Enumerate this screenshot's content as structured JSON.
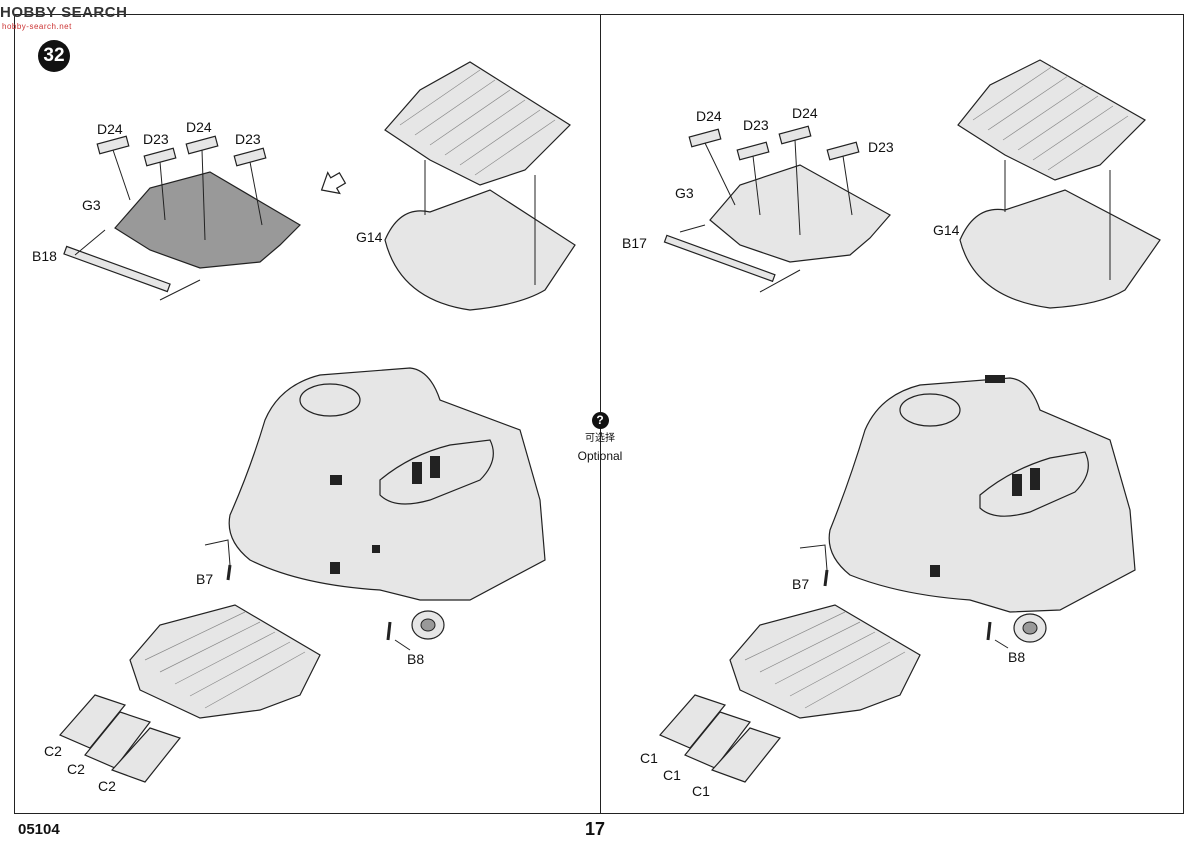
{
  "watermark": {
    "text": "HOBBY SEARCH",
    "sub": "hobby-search.net"
  },
  "step_number": "32",
  "optional": {
    "icon": "?",
    "cn": "可选择",
    "en": "Optional"
  },
  "footer": {
    "kit_code": "05104",
    "page_number": "17"
  },
  "left": {
    "top_labels": [
      "D24",
      "D23",
      "D24",
      "D23"
    ],
    "g3": "G3",
    "b18": "B18",
    "g14": "G14",
    "b7": "B7",
    "b8": "B8",
    "flaps": [
      "C2",
      "C2",
      "C2"
    ]
  },
  "right": {
    "top_labels": [
      "D24",
      "D23",
      "D24",
      "D23"
    ],
    "g3": "G3",
    "b17": "B17",
    "g14": "G14",
    "b7": "B7",
    "b8": "B8",
    "flaps": [
      "C1",
      "C1",
      "C1"
    ]
  }
}
